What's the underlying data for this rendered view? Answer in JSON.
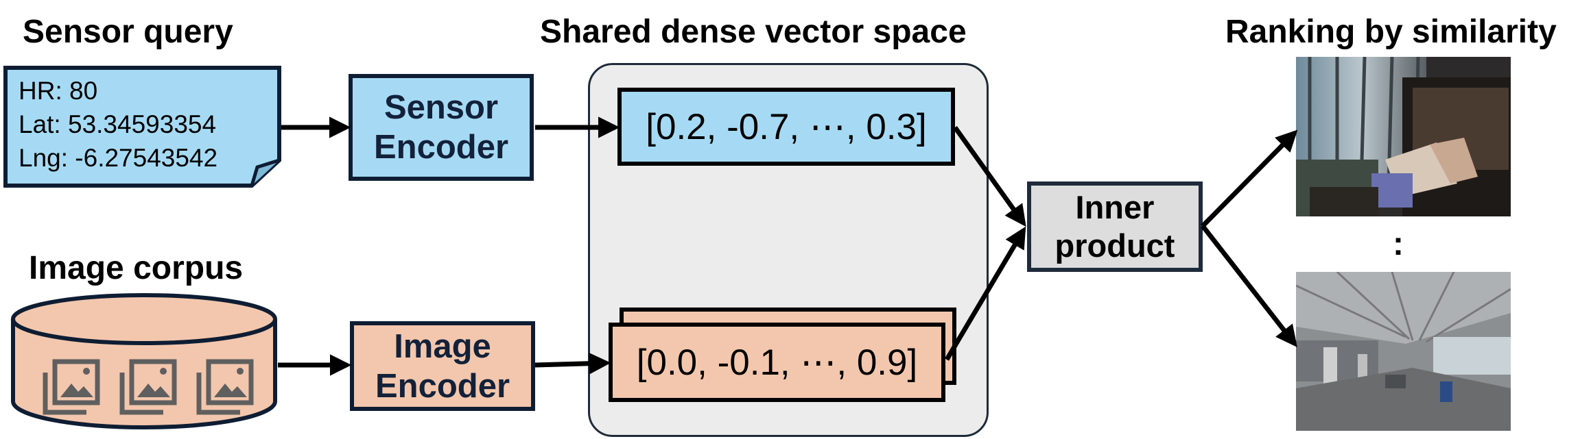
{
  "headings": {
    "sensor_query": "Sensor query",
    "shared_space": "Shared dense vector space",
    "ranking": "Ranking by similarity",
    "image_corpus": "Image corpus"
  },
  "sensor_query": {
    "hr": "HR: 80",
    "lat": "Lat: 53.34593354",
    "lng": "Lng: -6.27543542"
  },
  "sensor_encoder": {
    "line1": "Sensor",
    "line2": "Encoder"
  },
  "image_encoder": {
    "line1": "Image",
    "line2": "Encoder"
  },
  "sensor_vector": "[0.2, -0.7, ⋯, 0.3]",
  "image_vector": "[0.0, -0.1, ⋯, 0.9]",
  "inner_product": {
    "line1": "Inner",
    "line2": "product"
  },
  "ranking_ellipsis": ":",
  "colors": {
    "sensor_fill": "#a6daf4",
    "image_fill": "#f3c7ad",
    "panel_fill": "#ececec",
    "inner_product_fill": "#dddddd"
  },
  "icons": [
    "gallery-icon",
    "gallery-icon",
    "gallery-icon"
  ],
  "results": [
    "indoor-room-photo",
    "parking-garage-photo"
  ]
}
